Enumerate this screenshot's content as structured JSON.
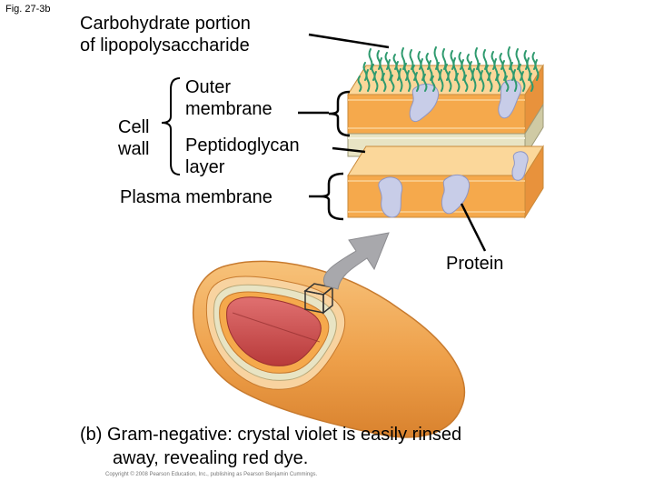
{
  "figure_label": "Fig. 27-3b",
  "labels": {
    "carbohydrate_line1": "Carbohydrate portion",
    "carbohydrate_line2": "of lipopolysaccharide",
    "outer_line1": "Outer",
    "outer_line2": "membrane",
    "cell_line1": "Cell",
    "cell_line2": "wall",
    "peptidoglycan_line1": "Peptidoglycan",
    "peptidoglycan_line2": "layer",
    "plasma": "Plasma membrane",
    "protein": "Protein"
  },
  "caption": {
    "line1": "(b) Gram-negative: crystal violet is easily rinsed",
    "line2": "away, revealing red dye."
  },
  "copyright": "Copyright © 2008 Pearson Education, Inc., publishing as Pearson Benjamin Cummings.",
  "colors": {
    "membrane_orange": "#f5a94c",
    "membrane_light": "#fbd79a",
    "peptidoglycan": "#e8e4c4",
    "carbohydrate_green": "#2e9a6e",
    "protein": "#c8cde8",
    "cytoplasm_red": "#c94a4a",
    "arrow_gray": "#a8a8ac"
  }
}
